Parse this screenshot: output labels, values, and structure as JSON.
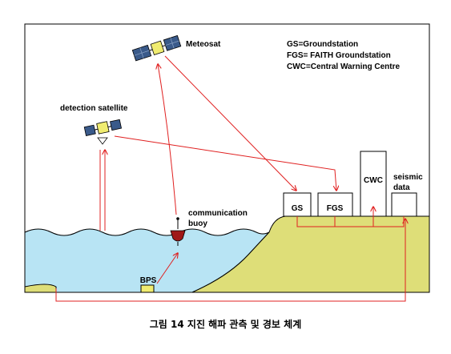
{
  "labels": {
    "meteosat": "Meteosat",
    "detection_satellite": "detection satellite",
    "communication_buoy_line1": "communication",
    "communication_buoy_line2": "buoy",
    "bps": "BPS",
    "gs": "GS",
    "fgs": "FGS",
    "cwc": "CWC",
    "seismic_line1": "seismic",
    "seismic_line2": "data"
  },
  "legend": {
    "line1": "GS=Groundstation",
    "line2": "FGS= FAITH Groundstation",
    "line3": "CWC=Central Warning Centre"
  },
  "caption": "그림 14 지진 해파 관측 및 경보 체계",
  "colors": {
    "sea": "#b8e4f4",
    "land": "#dede78",
    "arrow": "#e02020",
    "satellite_panel": "#3a5a8a",
    "satellite_body": "#f0ec70",
    "buoy": "#a01818"
  }
}
